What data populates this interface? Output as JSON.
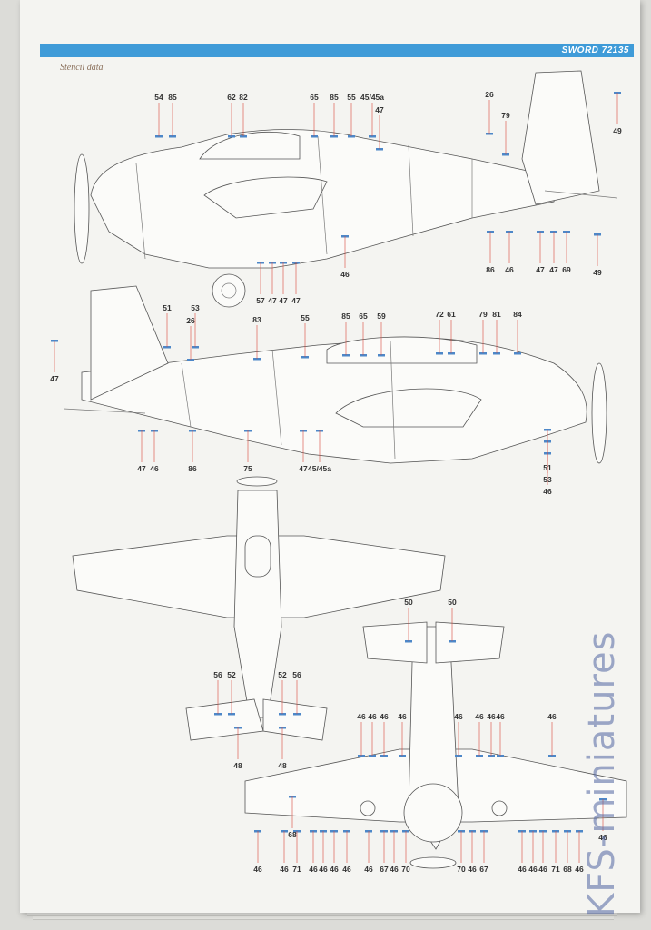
{
  "header": {
    "title": "SWORD 72135"
  },
  "section_title": "Stencil data",
  "watermark": "KFS-miniatures",
  "colors": {
    "band": "#3f9bd8",
    "decal": "#4d87c8",
    "leader": "#d9473a"
  },
  "views": {
    "left_side": {
      "top_labels": [
        "54",
        "85",
        "62",
        "82",
        "65",
        "85",
        "55",
        "45/45a",
        "47",
        "26",
        "79",
        "49"
      ],
      "bottom_labels": [
        "51",
        "53",
        "57",
        "47",
        "47",
        "47",
        "46",
        "86",
        "46",
        "47",
        "47",
        "69",
        "49"
      ]
    },
    "right_side": {
      "top_labels": [
        "26",
        "83",
        "55",
        "85",
        "65",
        "59",
        "72",
        "61",
        "79",
        "81",
        "84"
      ],
      "bottom_labels": [
        "47",
        "47",
        "46",
        "86",
        "75",
        "47",
        "45/45a",
        "51",
        "53",
        "46"
      ]
    },
    "top_view": {
      "labels": [
        "56",
        "52",
        "52",
        "56",
        "48",
        "48"
      ]
    },
    "bottom_view": {
      "top_labels": [
        "50",
        "50",
        "46",
        "46",
        "46",
        "46",
        "46",
        "46",
        "46",
        "46",
        "46"
      ],
      "bottom_labels": [
        "46",
        "68",
        "46",
        "71",
        "46",
        "46",
        "46",
        "46",
        "46",
        "67",
        "46",
        "70",
        "70",
        "46",
        "67",
        "46",
        "46",
        "46",
        "71",
        "68",
        "46",
        "46"
      ]
    }
  }
}
